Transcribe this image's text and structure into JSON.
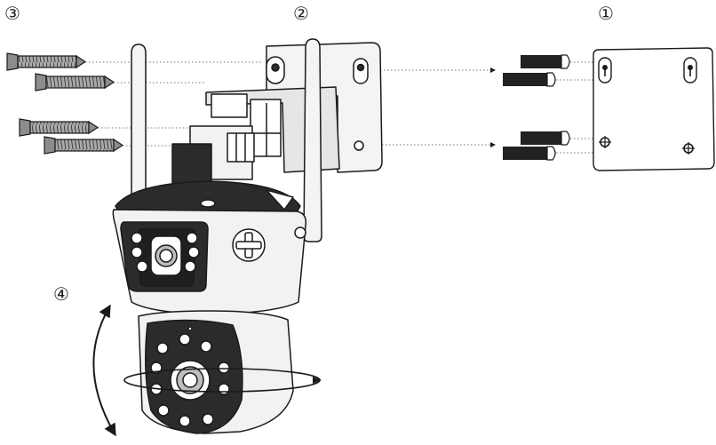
{
  "diagram": {
    "step_labels": {
      "step_1": "①",
      "step_2": "②",
      "step_3": "③",
      "step_4": "④"
    },
    "colors": {
      "outline": "#1a1a1a",
      "body_fill": "#f2f2f2",
      "dark_fill": "#2b2b2b",
      "anchor_fill": "#222222",
      "screw_fill": "#9a9a9a",
      "guide_line": "#777777"
    },
    "icons": {
      "rotate_horizontal": "elliptical-rotation-arrow",
      "tilt_vertical": "curved-double-arrow"
    }
  }
}
